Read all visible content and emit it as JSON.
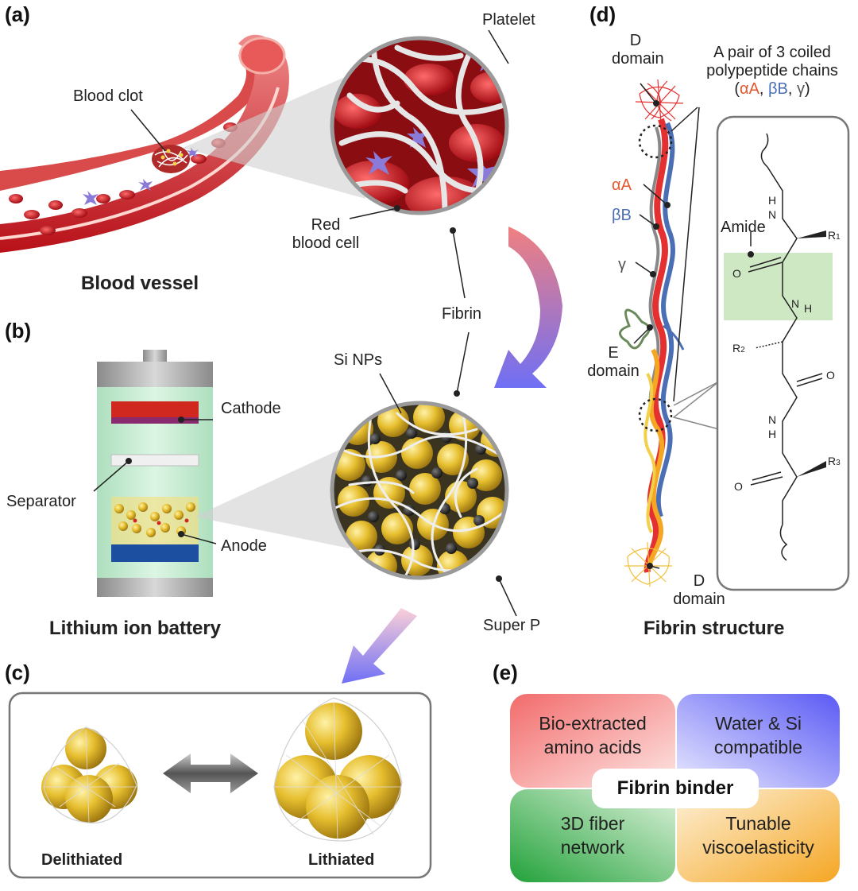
{
  "panels": {
    "a": "(a)",
    "b": "(b)",
    "c": "(c)",
    "d": "(d)",
    "e": "(e)"
  },
  "panel_a": {
    "blood_clot": "Blood clot",
    "platelet": "Platelet",
    "red_blood_cell": [
      "Red",
      "blood cell"
    ],
    "fibrin": "Fibrin",
    "caption": "Blood vessel"
  },
  "panel_b": {
    "cathode": "Cathode",
    "separator": "Separator",
    "anode": "Anode",
    "si_nps": "Si NPs",
    "super_p": "Super P",
    "caption": "Lithium ion battery"
  },
  "panel_c": {
    "delithiated": "Delithiated",
    "lithiated": "Lithiated"
  },
  "panel_d": {
    "d_domain_top": [
      "D",
      "domain"
    ],
    "coil_label": [
      "A pair of 3 coiled",
      "polypeptide chains"
    ],
    "chains_open": "(",
    "alpha_a": "αA",
    "comma1": ", ",
    "beta_b": "βB",
    "comma2": ", ",
    "gamma": "γ",
    "chains_close": ")",
    "alpha_a_label": "αA",
    "beta_b_label": "βB",
    "gamma_label": "γ",
    "e_domain": [
      "E",
      "domain"
    ],
    "d_domain_bottom": [
      "D",
      "domain"
    ],
    "amide": "Amide",
    "atoms": {
      "h1": "H",
      "n1": "N",
      "r1": "R",
      "r1_sub": "1",
      "o1": "O",
      "n2": "N",
      "h2": "H",
      "r2": "R",
      "r2_sub": "2",
      "o2": "O",
      "n3": "N",
      "h3": "H",
      "r3": "R",
      "r3_sub": "3",
      "o3": "O"
    },
    "caption": "Fibrin structure"
  },
  "panel_e": {
    "q1": [
      "Bio-extracted",
      "amino acids"
    ],
    "q2": [
      "Water & Si",
      "compatible"
    ],
    "q3": [
      "3D fiber",
      "network"
    ],
    "q4": [
      "Tunable",
      "viscoelasticity"
    ],
    "center": "Fibrin binder"
  },
  "colors": {
    "blood_red": "#c8161d",
    "platelet_purple": "#8b7bd8",
    "fibrin_white": "#e6e6e6",
    "silicon_yellow": "#e0b92a",
    "super_p_black": "#1a1a1a",
    "alpha_a": "#e4572e",
    "beta_b": "#4a6fb5",
    "gamma": "#888888",
    "amide_highlight": "#cfe8c4",
    "quad_red": "#f08080",
    "quad_blue": "#6f6ff5",
    "quad_green": "#3cb04a",
    "quad_orange": "#f5b23a"
  }
}
